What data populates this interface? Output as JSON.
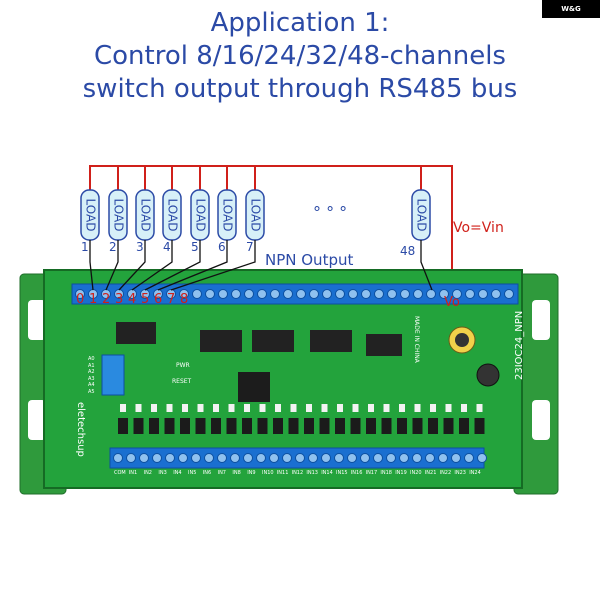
{
  "badge": "W&G",
  "title_lines": [
    "Application 1:",
    "Control 8/16/24/32/48-channels",
    "switch output through RS485 bus"
  ],
  "load_label": "LOAD",
  "load_numbers": [
    "1",
    "2",
    "3",
    "4",
    "5",
    "6",
    "7"
  ],
  "last_load_number": "48",
  "ellipsis": "° ° °",
  "vo_vin_label": "Vo=Vin",
  "npn_output_label": "NPN Output",
  "terminal_numbers": [
    "0",
    "1",
    "2",
    "3",
    "4",
    "5",
    "6",
    "7",
    "8"
  ],
  "vo_terminal_label": "Vo",
  "board": {
    "brand": "eletechsup",
    "model": "23IOC24_NPN",
    "made_in": "MADE IN CHINA",
    "pwr": "PWR",
    "reset": "RESET",
    "dip_labels": [
      "A0",
      "A1",
      "A2",
      "A3",
      "A4",
      "A5"
    ],
    "input_labels": [
      "COM",
      "IN1",
      "IN2",
      "IN3",
      "IN4",
      "IN5",
      "IN6",
      "IN7",
      "IN8",
      "IN9",
      "IN10",
      "IN11",
      "IN12",
      "IN13",
      "IN14",
      "IN15",
      "IN16",
      "IN17",
      "IN18",
      "IN19",
      "IN20",
      "IN21",
      "IN22",
      "IN23",
      "IN24"
    ]
  },
  "colors": {
    "title": "#2b4aa6",
    "wire": "#d0201a",
    "board_green": "#22a03c",
    "terminal_blue": "#1a6fd0",
    "load_fill": "#d7f0f8"
  }
}
